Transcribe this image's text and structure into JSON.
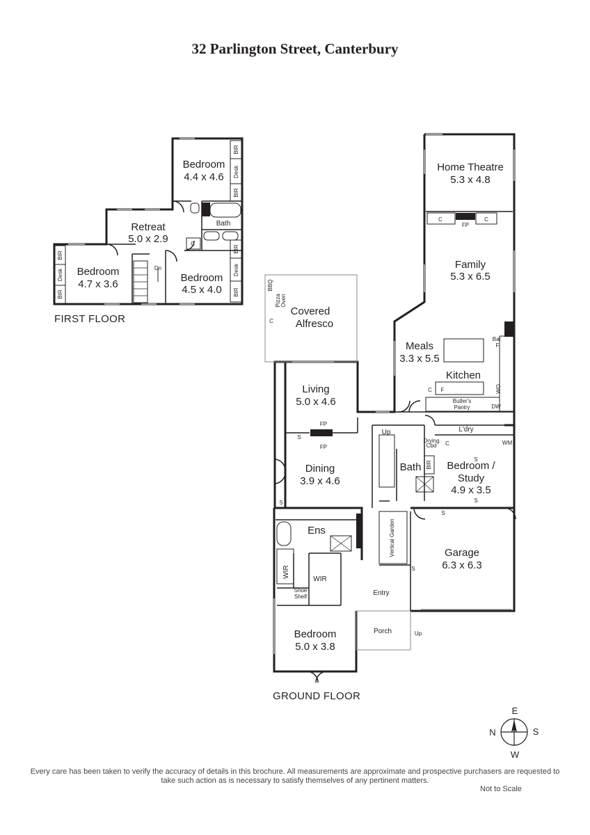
{
  "title": "32 Parlington Street, Canterbury",
  "floors": {
    "first": "FIRST FLOOR",
    "ground": "GROUND FLOOR"
  },
  "rooms": {
    "ff_bed1": {
      "name": "Bedroom",
      "size": "4.4 x 4.6"
    },
    "ff_retreat": {
      "name": "Retreat",
      "size": "5.0 x 2.9"
    },
    "ff_bed2": {
      "name": "Bedroom",
      "size": "4.7 x 3.6"
    },
    "ff_bed3": {
      "name": "Bedroom",
      "size": "4.5 x 4.0"
    },
    "ff_bath": {
      "name": "Bath"
    },
    "home_theatre": {
      "name": "Home Theatre",
      "size": "5.3 x 4.8"
    },
    "family": {
      "name": "Family",
      "size": "5.3 x 6.5"
    },
    "meals": {
      "name": "Meals",
      "size": "3.3 x 5.5"
    },
    "kitchen": {
      "name": "Kitchen"
    },
    "alfresco": {
      "name1": "Covered",
      "name2": "Alfresco"
    },
    "living": {
      "name": "Living",
      "size": "5.0 x 4.6"
    },
    "dining": {
      "name": "Dining",
      "size": "3.9 x 4.6"
    },
    "ens": {
      "name": "Ens"
    },
    "bath": {
      "name": "Bath"
    },
    "bed_study": {
      "name1": "Bedroom /",
      "name2": "Study",
      "size": "4.9 x 3.5"
    },
    "garage": {
      "name": "Garage",
      "size": "6.3 x 6.3"
    },
    "entry": {
      "name": "Entry"
    },
    "porch": {
      "name": "Porch"
    },
    "bedroom_gf": {
      "name": "Bedroom",
      "size": "5.0 x 3.8"
    },
    "laundry": {
      "name": "L'dry"
    },
    "butlers": {
      "line1": "Butler's",
      "line2": "Pantry"
    },
    "vertical_garden": {
      "name": "Vertical Garden"
    },
    "wir": {
      "name": "WIR"
    },
    "shoe": {
      "line1": "Shoe",
      "line2": "Shelf"
    }
  },
  "fixtures": {
    "bir": "BIR",
    "desk": "Desk",
    "c": "C",
    "fp": "FP",
    "s": "S",
    "f": "F",
    "dw": "DW",
    "wo": "WO",
    "wm": "WM",
    "bar": "Bar",
    "bbq": "BBQ",
    "pizza1": "Pizza",
    "pizza2": "Oven",
    "dn": "Dn",
    "up": "Up",
    "drying1": "Drying",
    "drying2": "Cbd"
  },
  "compass": {
    "n": "N",
    "e": "E",
    "s": "S",
    "w": "W"
  },
  "disclaimer": "Every care has been taken to verify the accuracy of details in this brochure. All measurements are approximate and prospective purchasers are requested to take such action as is necessary to satisfy themselves of any pertinent matters.",
  "scale_note": "Not to Scale"
}
